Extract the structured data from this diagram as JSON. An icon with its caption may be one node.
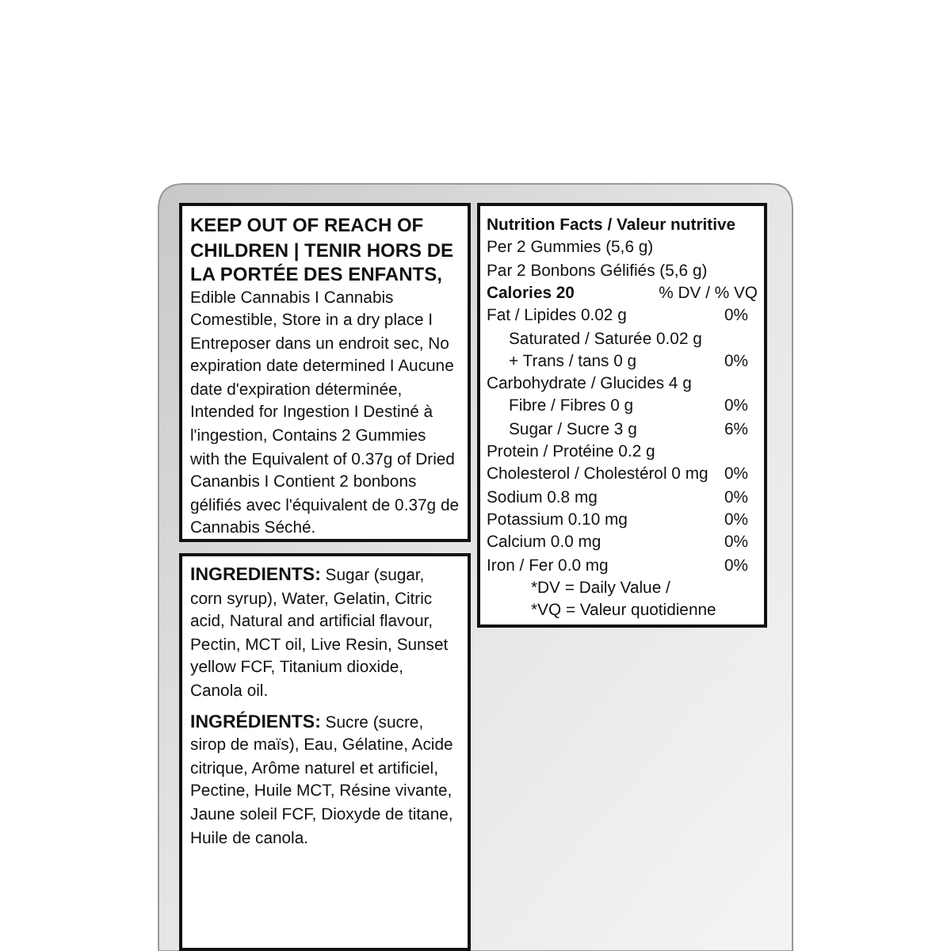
{
  "diagram": {
    "nodes": [
      {
        "text": [
          "KEEP OUT OF REACH OF CHILDREN | TENIR HORS DE LA PORTÉE DES ENFANTS,",
          "Edible Cannabis I Cannabis Comestible, Store in a dry place I Entreposer dans un endroit sec, No expiration date determined I Aucune date d'expiration déterminée, Intended for Ingestion I Destiné à l'ingestion, Contains 2 Gummies with the Equivalent of 0.37g of Dried Cananbis I Contient 2 bonbons gélifiés avec l'équivalent de 0.37g de Cannabis Séché."
        ]
      },
      {
        "text": [
          "**INGREDIENTS:** Sugar (sugar, corn syrup), Water, Gelatin, Citric acid, Natural and artificial flavour, Pectin, MCT oil, Live Resin, Sunset yellow FCF, Titanium dioxide, Canola oil.",
          "**INGRÉDIENTS:** Sucre (sucre, sirop de maïs), Eau, Gélatine, Acide citrique, Arôme naturel et artificiel, Pectine, Huile MCT, Résine vivante, Jaune soleil FCF, Dioxyde de titane, Huile de canola."
        ]
      },
      {
        "text": [
          "Nutrition Facts / Valeur nutritive",
          "Per 2 Gummies (5,6 g)",
          "Par 2 Bonbons Gélifiés (5,6 g)",
          "Calories 20",
          "% DV / % VQ",
          "Fat / Lipides 0.02 g",
          "0%",
          "Saturated / Saturée 0.02 g",
          "+ Trans / tans 0 g",
          "0%",
          "Carbohydrate / Glucides 4 g",
          "Fibre / Fibres 0 g",
          "0%",
          "Sugar / Sucre 3 g",
          "6%",
          "Protein / Protéine 0.2 g",
          "Cholesterol / Cholestérol 0 mg",
          "0%",
          "Sodium 0.8 mg",
          "0%",
          "Potassium 0.10 mg",
          "0%",
          "Calcium 0.0 mg",
          "0%",
          "Iron / Fer 0.0 mg",
          "0%",
          "*DV = Daily Value /",
          "*VQ = Valeur quotidienne"
        ]
      }
    ]
  }
}
